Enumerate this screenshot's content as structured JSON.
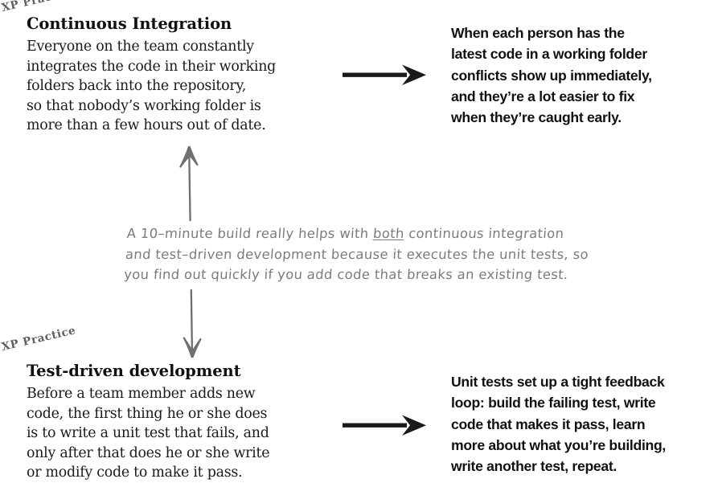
{
  "page": {
    "background": "#ffffff",
    "ink_black": "#111111",
    "ink_gray": "#7b7b7f",
    "badge_gray": "#5f5f5f"
  },
  "practices": [
    {
      "badge": "XP Practice",
      "heading": "Continuous Integration",
      "description_lines": [
        "Everyone on the team constantly",
        "integrates the code in their working",
        "folders back into the repository,",
        "so that nobody’s working folder is",
        "more than a few hours out of date."
      ],
      "benefit_lines": [
        "When each person has the",
        "latest code in a working folder",
        "conflicts show up immediately,",
        "and they’re a lot easier to fix",
        "when they’re caught early."
      ]
    },
    {
      "badge": "XP Practice",
      "heading": "Test-driven development",
      "description_lines": [
        "Before a team member adds new",
        "code, the first thing he or she does",
        "is to write a unit test that fails, and",
        "only after that does he or she write",
        "or modify code to make it pass."
      ],
      "benefit_lines": [
        "Unit tests set up a tight feedback",
        "loop: build the failing test, write",
        "code that makes it pass, learn",
        "more about what you’re building,",
        "write another test, repeat."
      ]
    }
  ],
  "handwritten_note": {
    "line1_before": "A 10–minute build really helps with ",
    "line1_underlined": "both",
    "line1_after": " continuous integration",
    "line2": "and test–driven development because it executes the unit tests, so",
    "line3": "you find out quickly if you add code that breaks an existing test."
  },
  "arrows": {
    "right_top": "arrow-right",
    "right_bottom": "arrow-right",
    "up": "arrow-up-hand-drawn",
    "down": "arrow-down-hand-drawn"
  }
}
